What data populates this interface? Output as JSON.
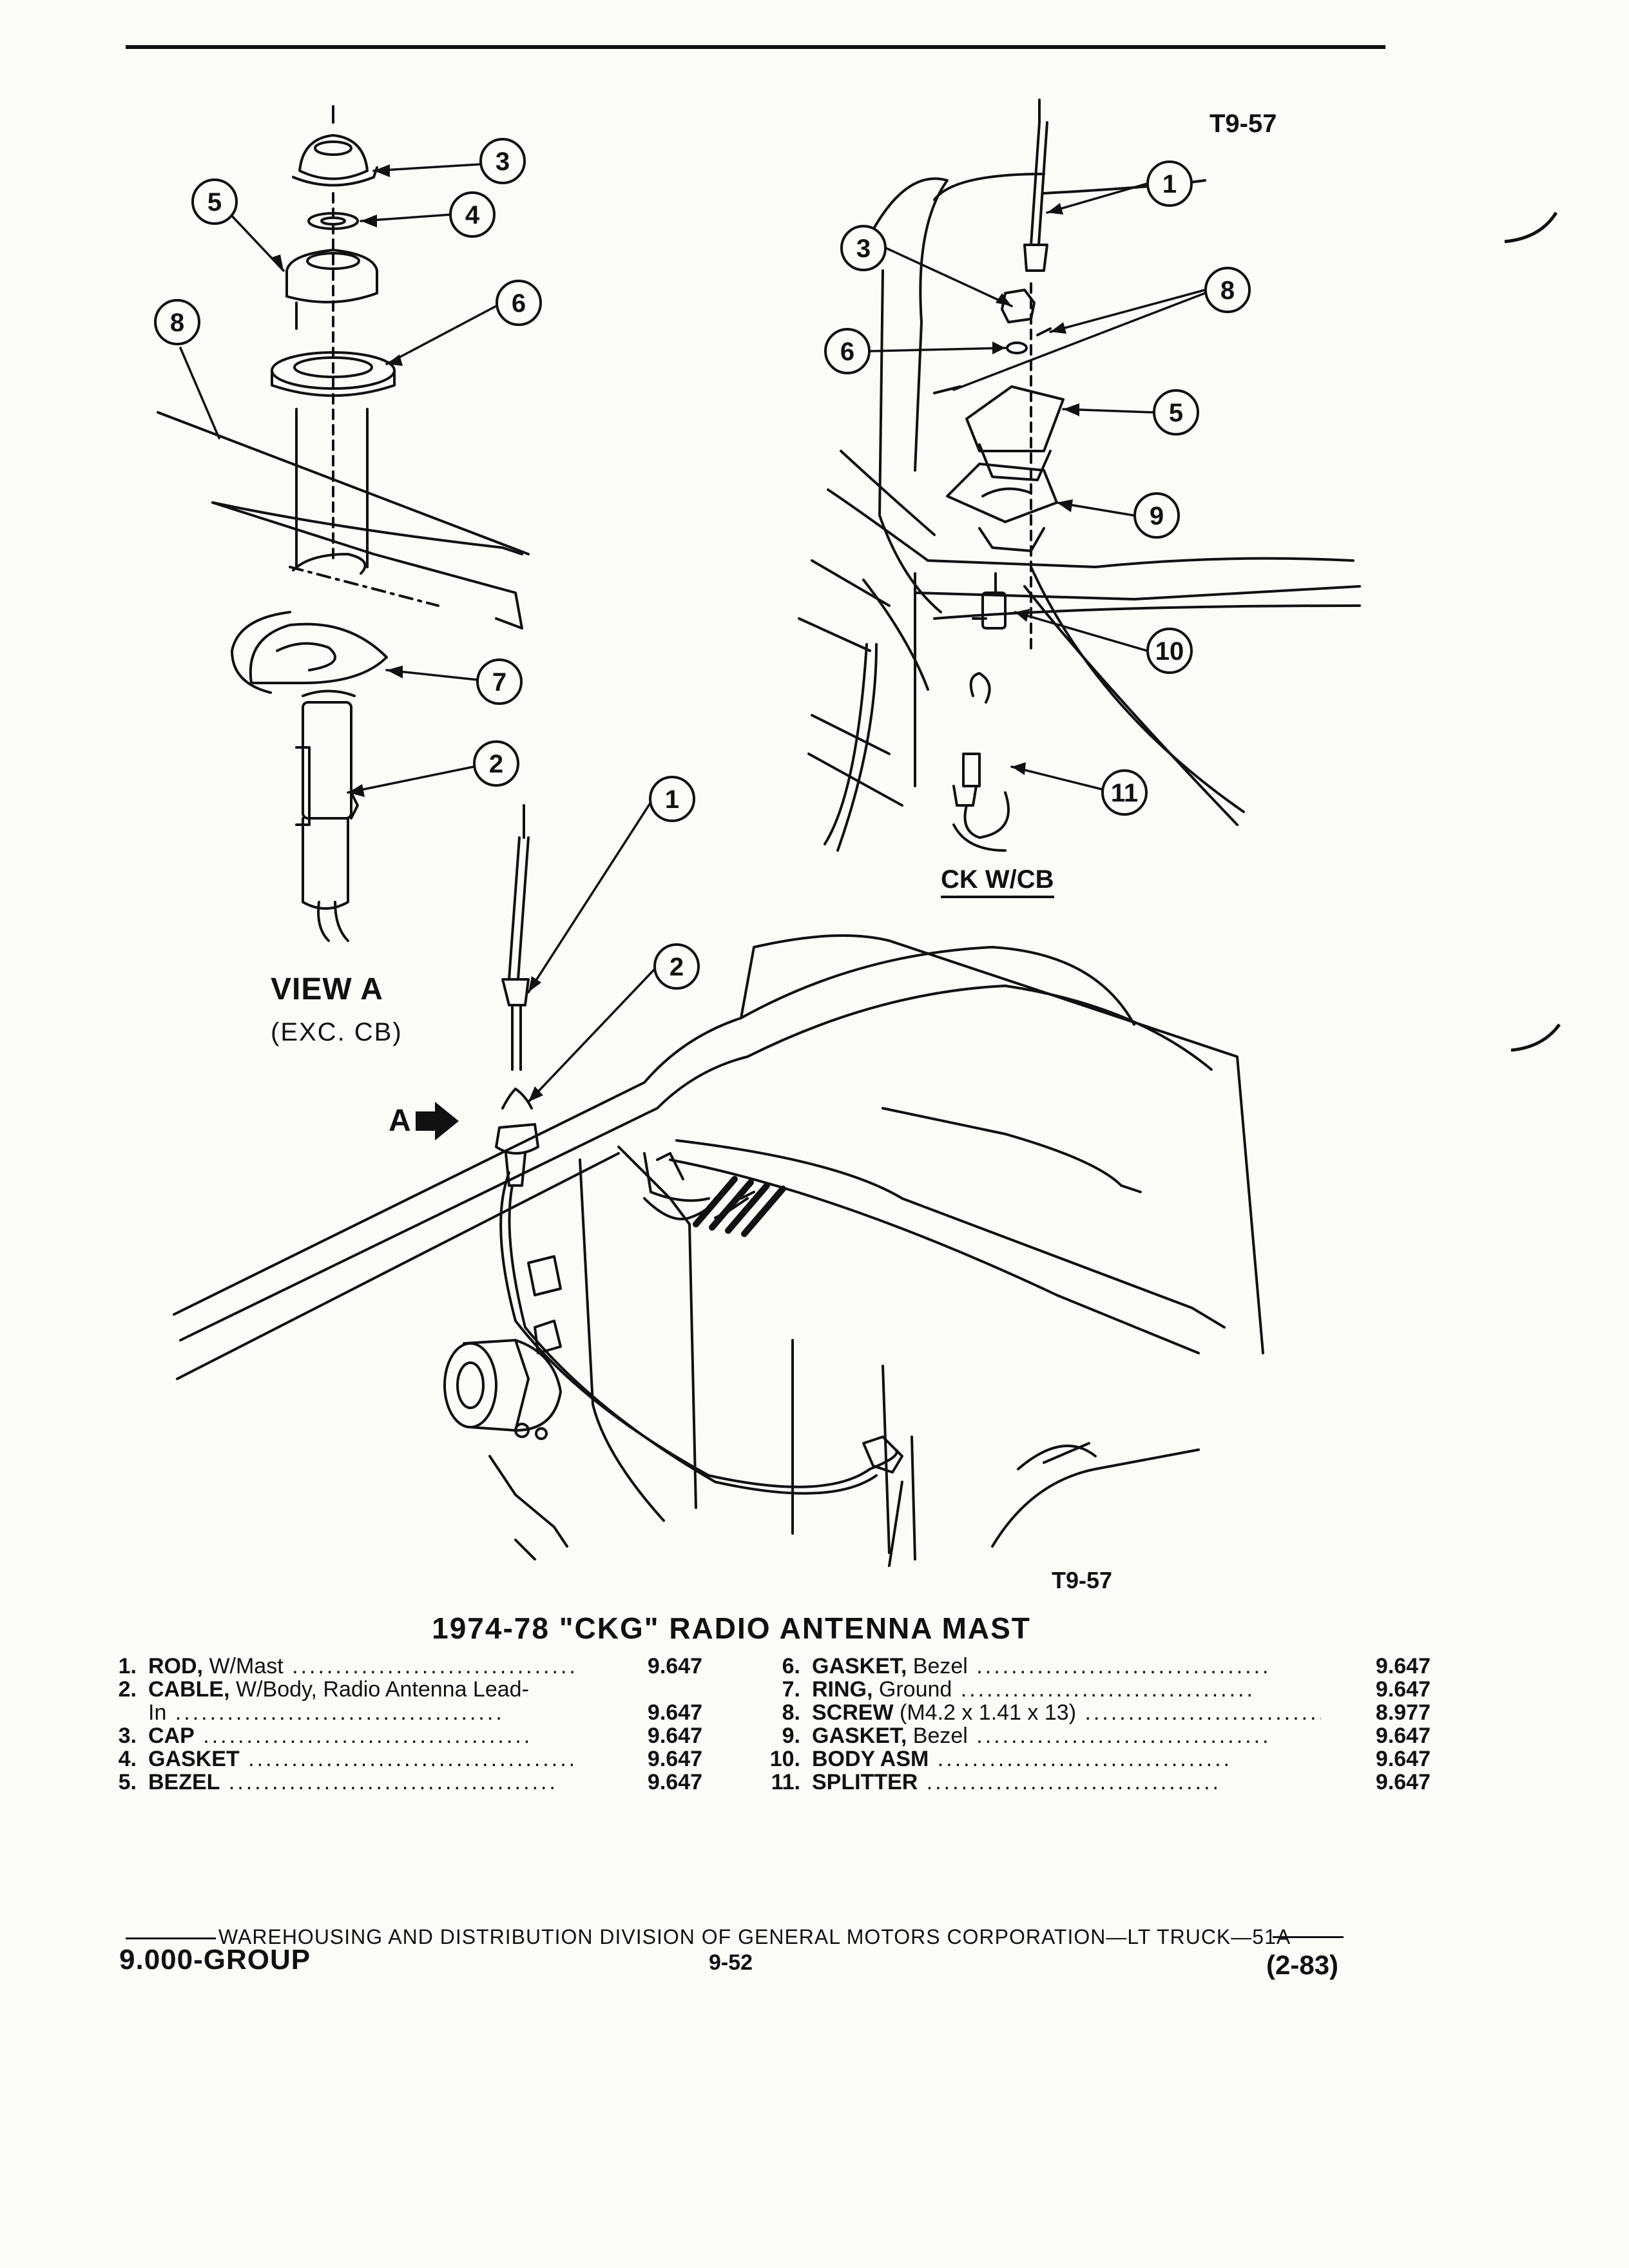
{
  "figure": {
    "code_top": "T9-57",
    "code_bottom": "T9-57",
    "view_a_title": "VIEW A",
    "view_a_subtitle": "(EXC. CB)",
    "ck_label": "CK W/CB",
    "arrow_label": "A",
    "callouts": [
      "1",
      "2",
      "3",
      "4",
      "5",
      "6",
      "7",
      "8",
      "9",
      "10",
      "11"
    ]
  },
  "title": "1974-78 \"CKG\" RADIO ANTENNA MAST",
  "parts_left": [
    {
      "num": "1.",
      "name": "ROD,",
      "detail": " W/Mast",
      "value": "9.647"
    },
    {
      "num": "2.",
      "name": "CABLE,",
      "detail": " W/Body, Radio Antenna Lead-",
      "value": ""
    },
    {
      "num": "",
      "name": "",
      "detail": "In",
      "value": "9.647"
    },
    {
      "num": "3.",
      "name": "CAP",
      "detail": "",
      "value": "9.647"
    },
    {
      "num": "4.",
      "name": "GASKET",
      "detail": "",
      "value": "9.647"
    },
    {
      "num": "5.",
      "name": "BEZEL",
      "detail": "",
      "value": "9.647"
    }
  ],
  "parts_right": [
    {
      "num": "6.",
      "name": "GASKET,",
      "detail": " Bezel",
      "value": "9.647"
    },
    {
      "num": "7.",
      "name": "RING,",
      "detail": " Ground",
      "value": "9.647"
    },
    {
      "num": "8.",
      "name": "SCREW",
      "detail": " (M4.2 x 1.41 x 13)",
      "value": "8.977"
    },
    {
      "num": "9.",
      "name": "GASKET,",
      "detail": " Bezel",
      "value": "9.647"
    },
    {
      "num": "10.",
      "name": "BODY ASM",
      "detail": "",
      "value": "9.647"
    },
    {
      "num": "11.",
      "name": "SPLITTER",
      "detail": "",
      "value": "9.647"
    }
  ],
  "footer": {
    "line": "WAREHOUSING AND DISTRIBUTION  DIVISION OF GENERAL MOTORS CORPORATION—LT TRUCK—51A",
    "group": "9.000-GROUP",
    "page": "9-52",
    "date": "(2-83)"
  }
}
